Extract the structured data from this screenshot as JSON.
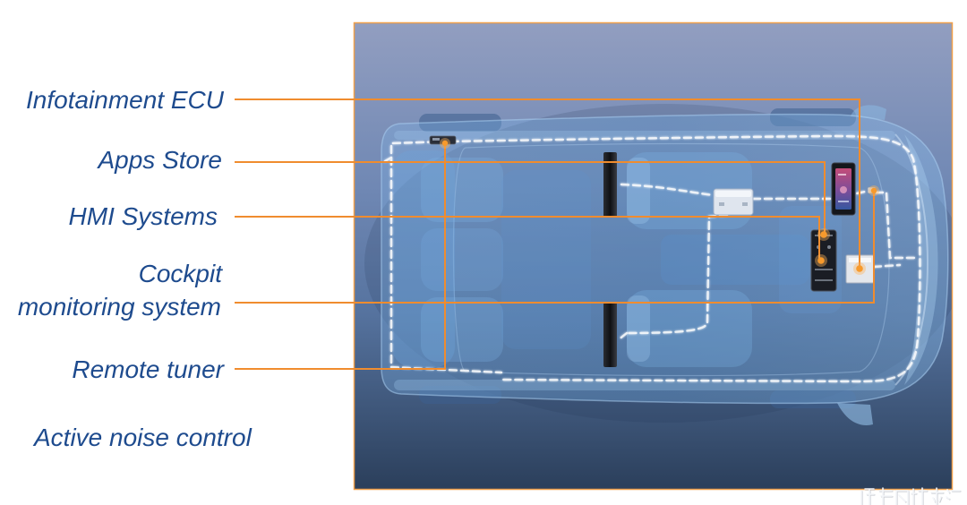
{
  "diagram": {
    "labels": {
      "infotainment_ecu": "Infotainment ECU",
      "apps_store": "Apps Store",
      "hmi_systems": "HMI Systems",
      "cockpit_monitoring": [
        "Cockpit",
        "monitoring system"
      ],
      "remote_tuner": "Remote tuner",
      "active_noise_control": "Active noise control"
    }
  },
  "colors": {
    "label_text": "#1e4b8e",
    "leader_line": "#f08c2e",
    "panel_border": "#f0a04b"
  }
}
